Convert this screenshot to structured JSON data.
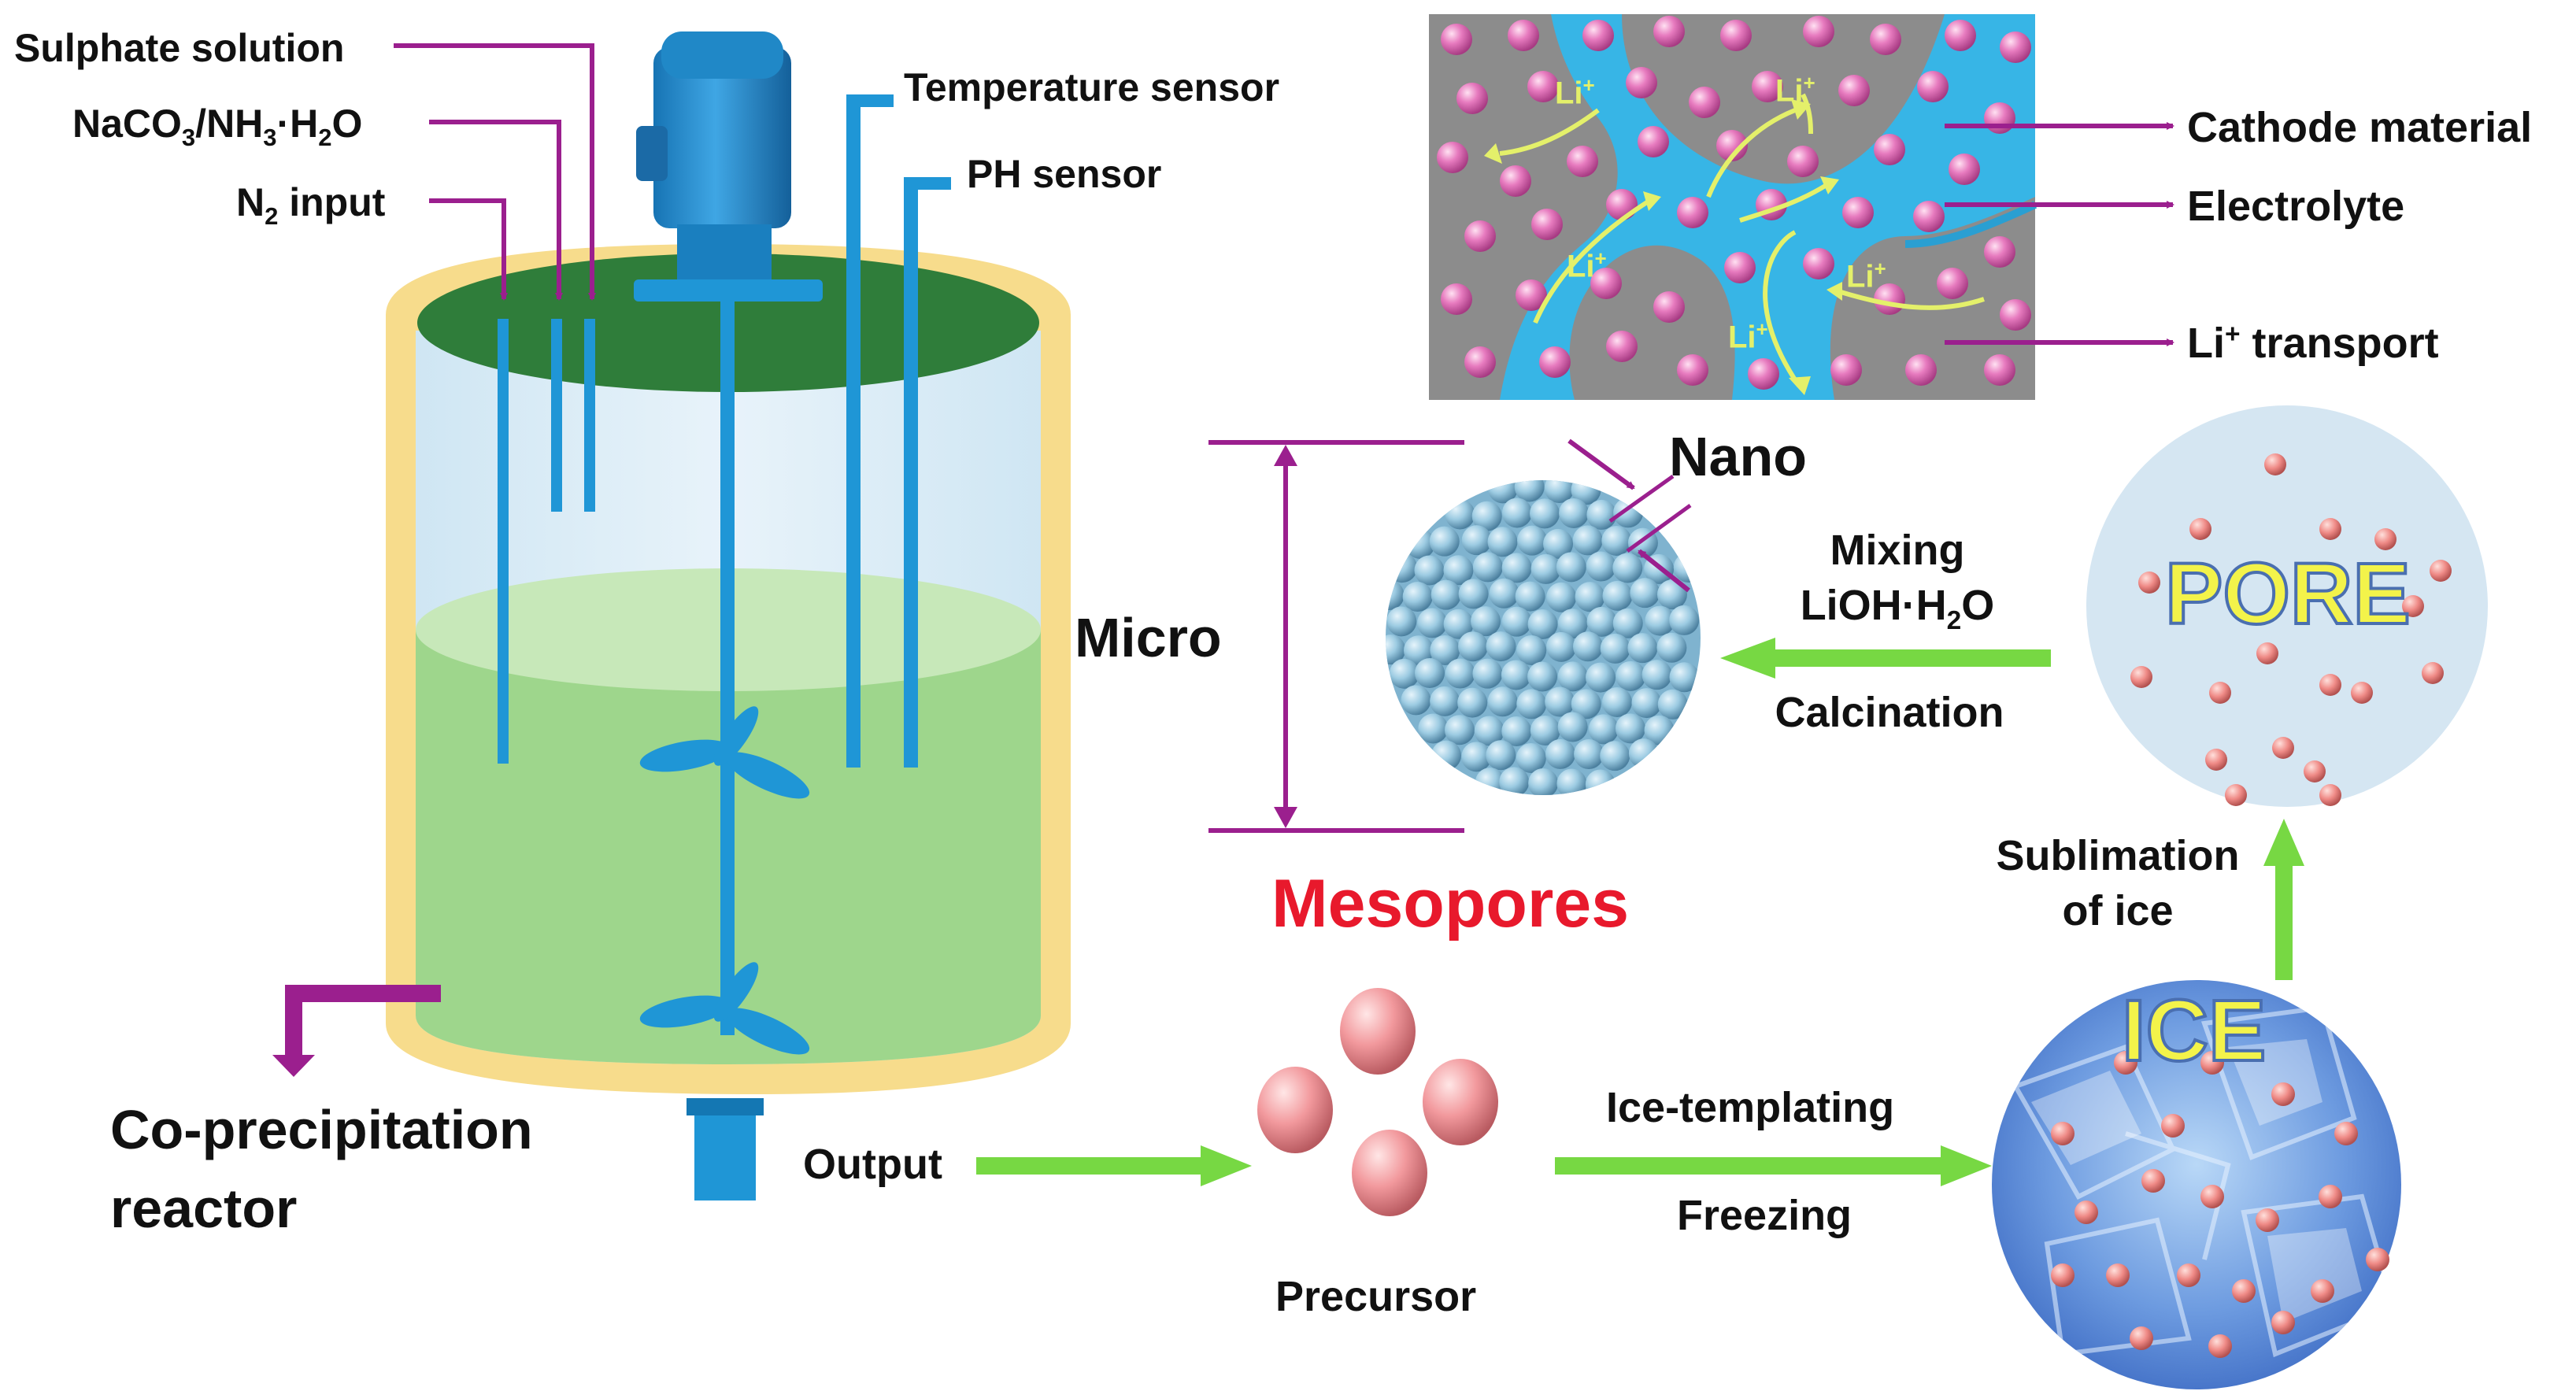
{
  "reactor": {
    "inputs": {
      "sulphate": "Sulphate solution",
      "naco3_main": "NaCO",
      "naco3_sub1": "3",
      "naco3_mid": "/NH",
      "naco3_sub2": "3",
      "naco3_tail1": "·H",
      "naco3_sub3": "2",
      "naco3_tail2": "O",
      "n2_main": "N",
      "n2_sub": "2",
      "n2_tail": " input"
    },
    "sensors": {
      "temperature": "Temperature sensor",
      "ph": "PH sensor"
    },
    "name_line1": "Co-precipitation",
    "name_line2": "reactor",
    "output": "Output"
  },
  "particle": {
    "micro": "Micro",
    "nano": "Nano",
    "mesopores": "Mesopores"
  },
  "process": {
    "precursor": "Precursor",
    "ice_templating": "Ice-templating",
    "freezing": "Freezing",
    "ice": "ICE",
    "pore": "PORE",
    "sublimation_line1": "Sublimation",
    "sublimation_line2": "of ice",
    "mixing": "Mixing",
    "lioh_main": "LiOH·H",
    "lioh_sub": "2",
    "lioh_tail": "O",
    "calcination": "Calcination"
  },
  "inset": {
    "li_main": "Li",
    "li_sup": "+",
    "cathode": "Cathode material",
    "electrolyte": "Electrolyte",
    "transport_main": "Li",
    "transport_sup": "+",
    "transport_tail": " transport"
  },
  "colors": {
    "purple": "#9b1f8e",
    "green_arrow": "#77d843",
    "mesopores_red": "#e8192c",
    "liquid_green": "#9ed68c",
    "tank_rim": "#f7dc8c",
    "probe_blue": "#1f96d6",
    "electrolyte_blue": "#37b5e6"
  }
}
